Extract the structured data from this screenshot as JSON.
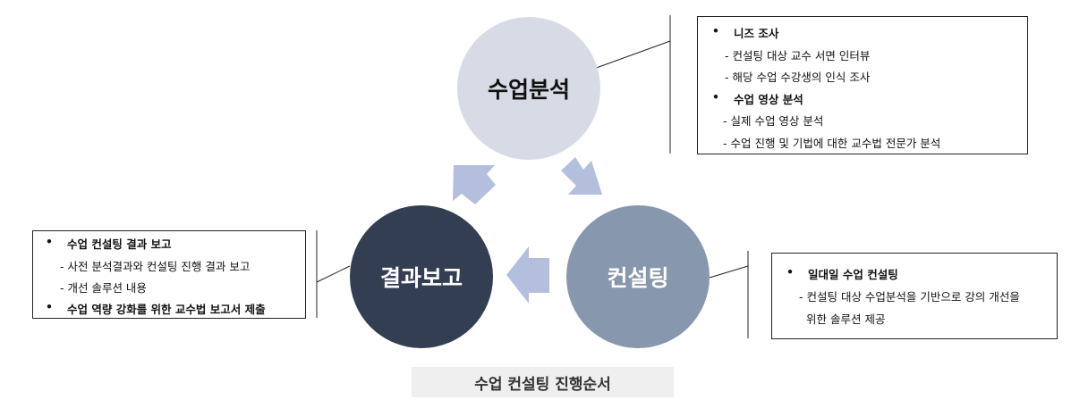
{
  "nodes": {
    "analysis": "수업분석",
    "consulting": "컨설팅",
    "report": "결과보고"
  },
  "analysis_box": {
    "bullet1": "니즈 조사",
    "sub1": "- 컨설팅 대상 교수 서면 인터뷰",
    "sub2": "- 해당 수업 수강생의 인식 조사",
    "bullet2": "수업 영상 분석",
    "sub3": "- 실제 수업 영상 분석",
    "sub4": "- 수업 진행 및 기법에 대한 교수법 전문가 분석"
  },
  "report_box": {
    "bullet1": "수업 컨설팅 결과 보고",
    "sub1": "- 사전 분석결과와 컨설팅 진행 결과 보고",
    "sub2": "- 개선 솔루션 내용",
    "bullet2": "수업 역량 강화를 위한  교수법 보고서 제출"
  },
  "consult_box": {
    "bullet1": "일대일 수업 컨설팅",
    "sub1": "- 컨설팅 대상 수업분석을 기반으로 강의 개선을",
    "sub2": "위한 솔루션 제공"
  },
  "caption": "수업 컨설팅 진행순서",
  "colors": {
    "analysis_circle": "#d6dbe5",
    "consulting_circle": "#8797ae",
    "report_circle": "#333e52",
    "arrow": "#b4bedd"
  }
}
